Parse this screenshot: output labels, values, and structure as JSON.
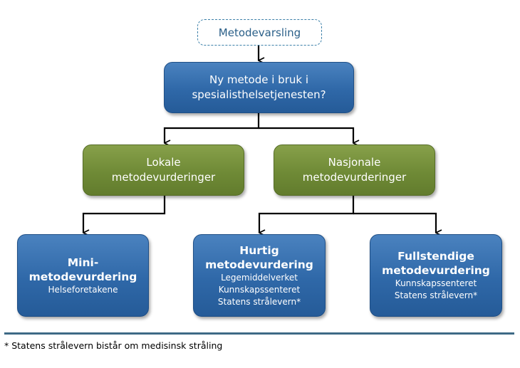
{
  "root": {
    "label": "Metodevarsling"
  },
  "question": {
    "line1": "Ny metode i bruk i",
    "line2": "spesialisthelsetjenesten?"
  },
  "local": {
    "line1": "Lokale",
    "line2": "metodevurderinger"
  },
  "national": {
    "line1": "Nasjonale",
    "line2": "metodevurderinger"
  },
  "mini": {
    "title1": "Mini-",
    "title2": "metodevurdering",
    "sub1": "Helseforetakene"
  },
  "quick": {
    "title1": "Hurtig",
    "title2": "metodevurdering",
    "sub1": "Legemiddelverket",
    "sub2": "Kunnskapssenteret",
    "sub3": "Statens strålevern*"
  },
  "full": {
    "title1": "Fullstendige",
    "title2": "metodevurdering",
    "sub1": "Kunnskapssenteret",
    "sub2": "Statens strålevern*"
  },
  "footnote": "* Statens strålevern bistår om medisinsk stråling",
  "colors": {
    "blue": "#2f68a8",
    "green": "#6f8a36",
    "dashed_border": "#3b7fa8",
    "rule": "#3e6a86"
  }
}
